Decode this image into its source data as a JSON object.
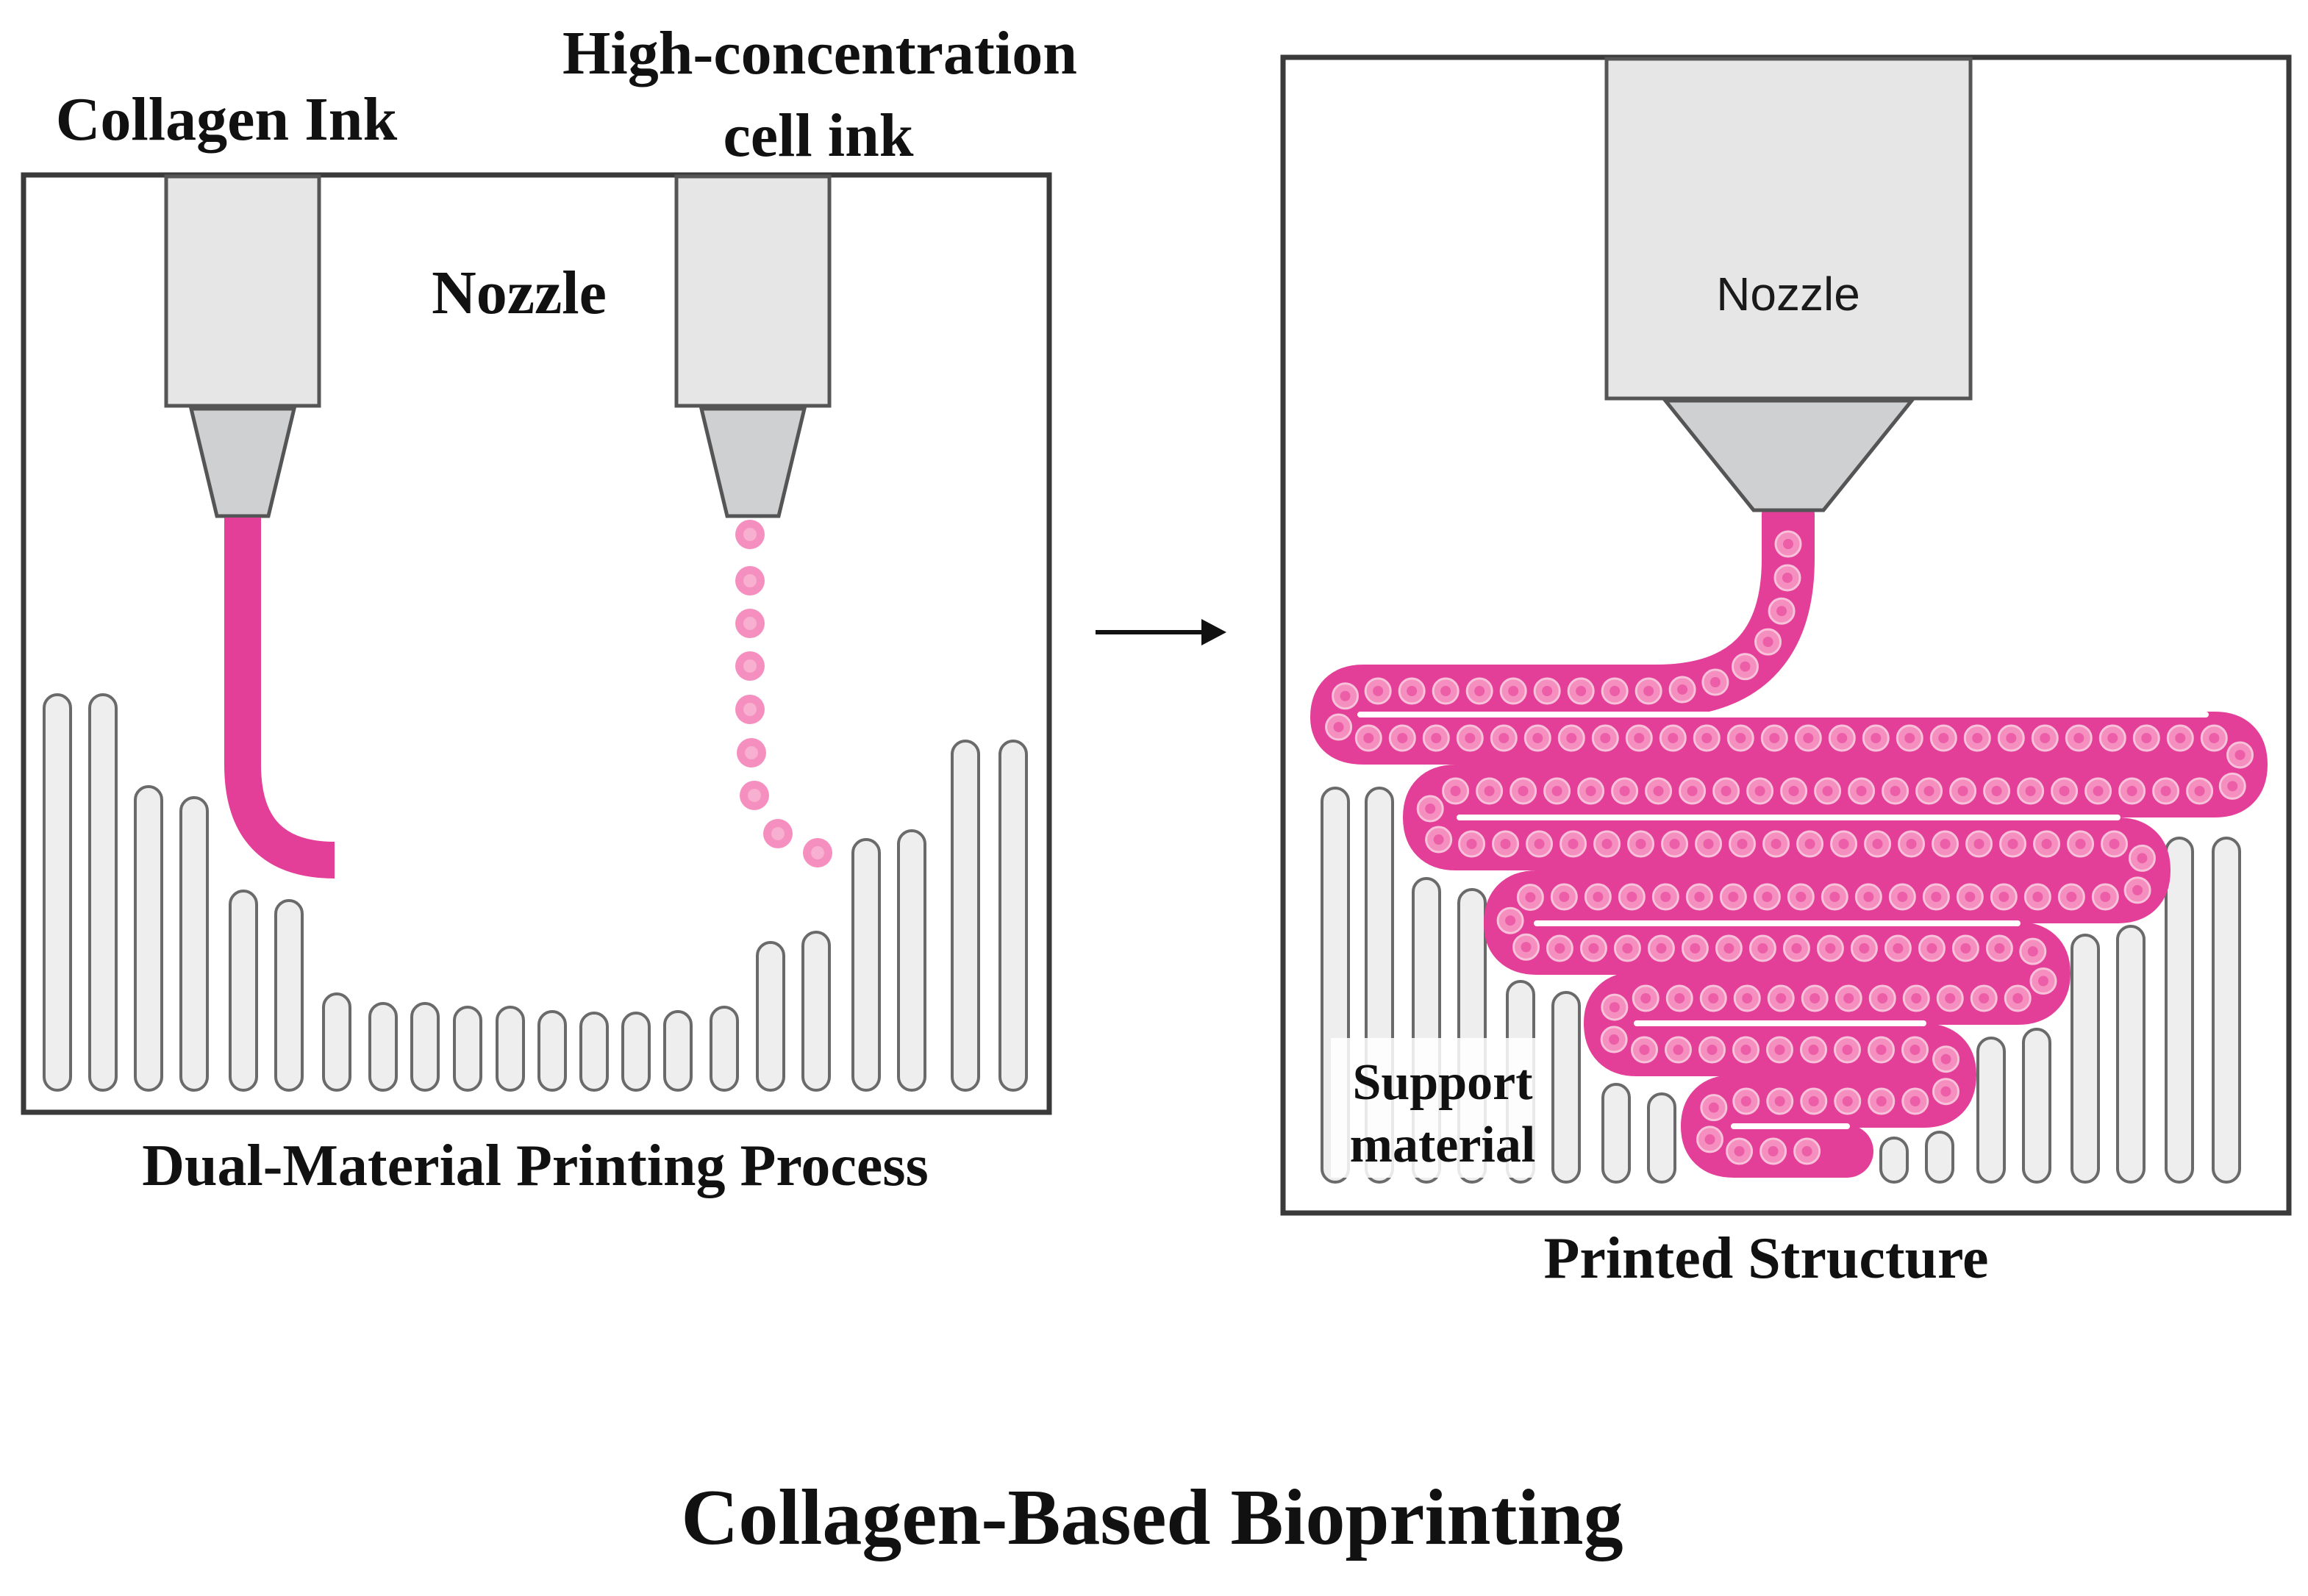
{
  "left_panel": {
    "collagen_label": "Collagen Ink",
    "cell_label_line1": "High-concentration",
    "cell_label_line2": "cell ink",
    "nozzle_label": "Nozzle",
    "caption": "Dual-Material Printing Process"
  },
  "right_panel": {
    "nozzle_label": "Nozzle",
    "support_line1": "Support",
    "support_line2": "material",
    "caption": "Printed Structure"
  },
  "figure_title": "Collagen-Based Bioprinting",
  "colors": {
    "ink_magenta": "#e43f98",
    "cell_pink": "#f58fbf",
    "nozzle_body": "#e6e6e6",
    "nozzle_tip": "#cfd0d1",
    "support_fill": "#eeeeee",
    "outline": "#3a3a3a"
  }
}
